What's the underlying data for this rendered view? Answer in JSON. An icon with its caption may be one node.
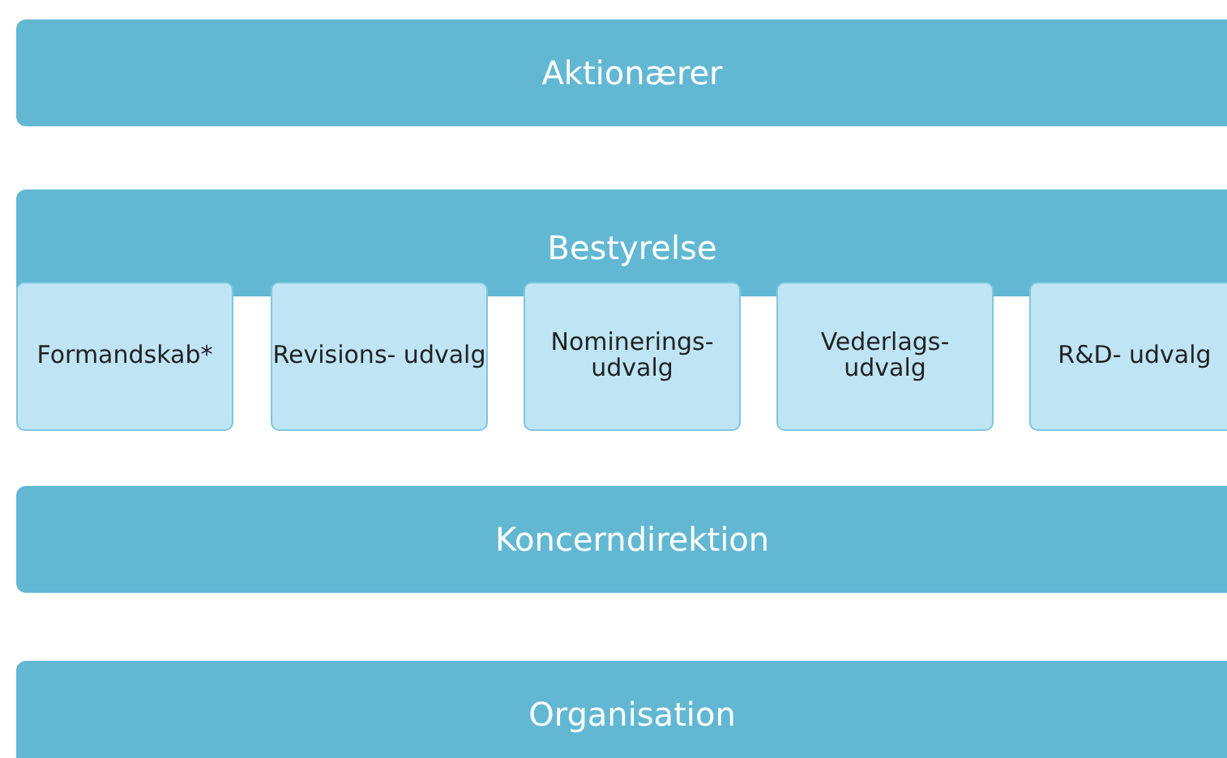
{
  "diagram": {
    "nodes": [
      {
        "text": [
          "Aktionærer"
        ]
      },
      {
        "text": [
          "Bestyrelse"
        ]
      },
      {
        "text": [
          "Formandskab*"
        ]
      },
      {
        "text": [
          "Revisions- udvalg"
        ]
      },
      {
        "text": [
          "Nominerings- udvalg"
        ]
      },
      {
        "text": [
          "Vederlags- udvalg"
        ]
      },
      {
        "text": [
          "R&D- udvalg"
        ]
      },
      {
        "text": [
          "Koncerndirektion"
        ]
      },
      {
        "text": [
          "Organisation"
        ]
      }
    ],
    "edges": []
  }
}
